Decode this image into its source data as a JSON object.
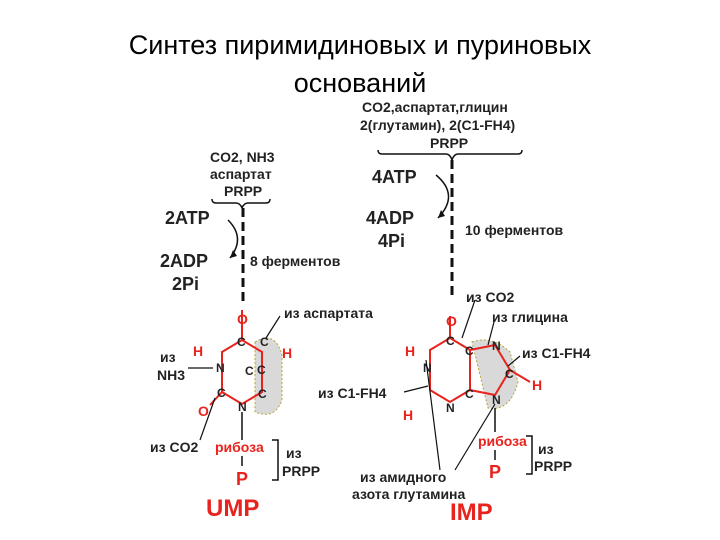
{
  "title": {
    "line1": "Синтез пиримидиновых и пуриновых",
    "line2": "оснований"
  },
  "pyrimidine": {
    "substrates": [
      "CO2, NH3",
      "аспартат",
      "PRPP"
    ],
    "atp": "2ATP",
    "adp": "2ADP",
    "pi": "2Pi",
    "enzymes": "8 ферментов",
    "from_aspartate": "из аспартата",
    "from_nh3_a": "из",
    "from_nh3_b": "NH3",
    "from_co2": "из CO2",
    "ribose": "рибоза",
    "prpp_a": "из",
    "prpp_b": "PRPP",
    "phosphate": "P",
    "product": "UMP",
    "atoms": {
      "o_top": "O",
      "c_top": "C",
      "h_left": "H",
      "h_right": "H",
      "n_left": "N",
      "c_right": "C",
      "o_left": "O",
      "c_left": "C",
      "n_bottom": "N",
      "c_bottom": "C",
      "c_br": "C",
      "c_tr": "C"
    }
  },
  "purine": {
    "substrates": [
      "CO2,аспартат,глицин",
      "2(глутамин), 2(C1-FH4)",
      "PRPP"
    ],
    "atp": "4ATP",
    "adp": "4ADP",
    "pi": "4Pi",
    "enzymes": "10 ферментов",
    "from_co2": "из CO2",
    "from_glycine": "из глицина",
    "from_c1fh4_right": "из C1-FH4",
    "from_c1fh4_left": "из C1-FH4",
    "from_amide": "из амидного",
    "from_amide2": "азота глутамина",
    "ribose": "рибоза",
    "prpp_a": "из",
    "prpp_b": "PRPP",
    "phosphate": "P",
    "product": "IMP",
    "atoms": {
      "o_top": "O",
      "c_top": "C",
      "h_left": "H",
      "n_left": "N",
      "c_mid1": "C",
      "c_mid2": "C",
      "n_bottom": "N",
      "h_bottom": "H",
      "n_r1": "N",
      "c_r": "C",
      "h_r": "H",
      "n_r2": "N"
    }
  }
}
